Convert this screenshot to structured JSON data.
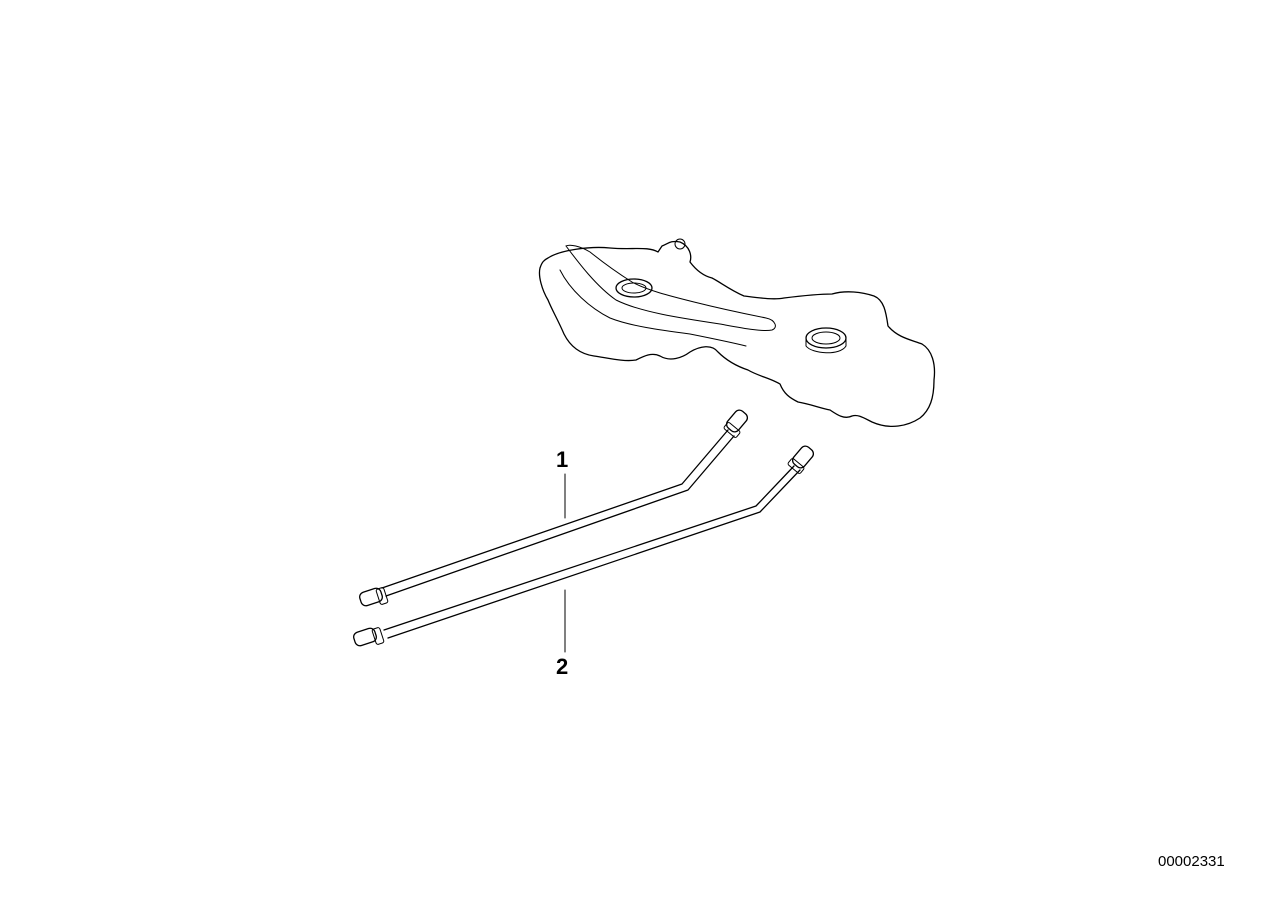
{
  "diagram": {
    "callouts": [
      {
        "label": "1"
      },
      {
        "label": "2"
      }
    ],
    "reference_number": "00002331"
  }
}
